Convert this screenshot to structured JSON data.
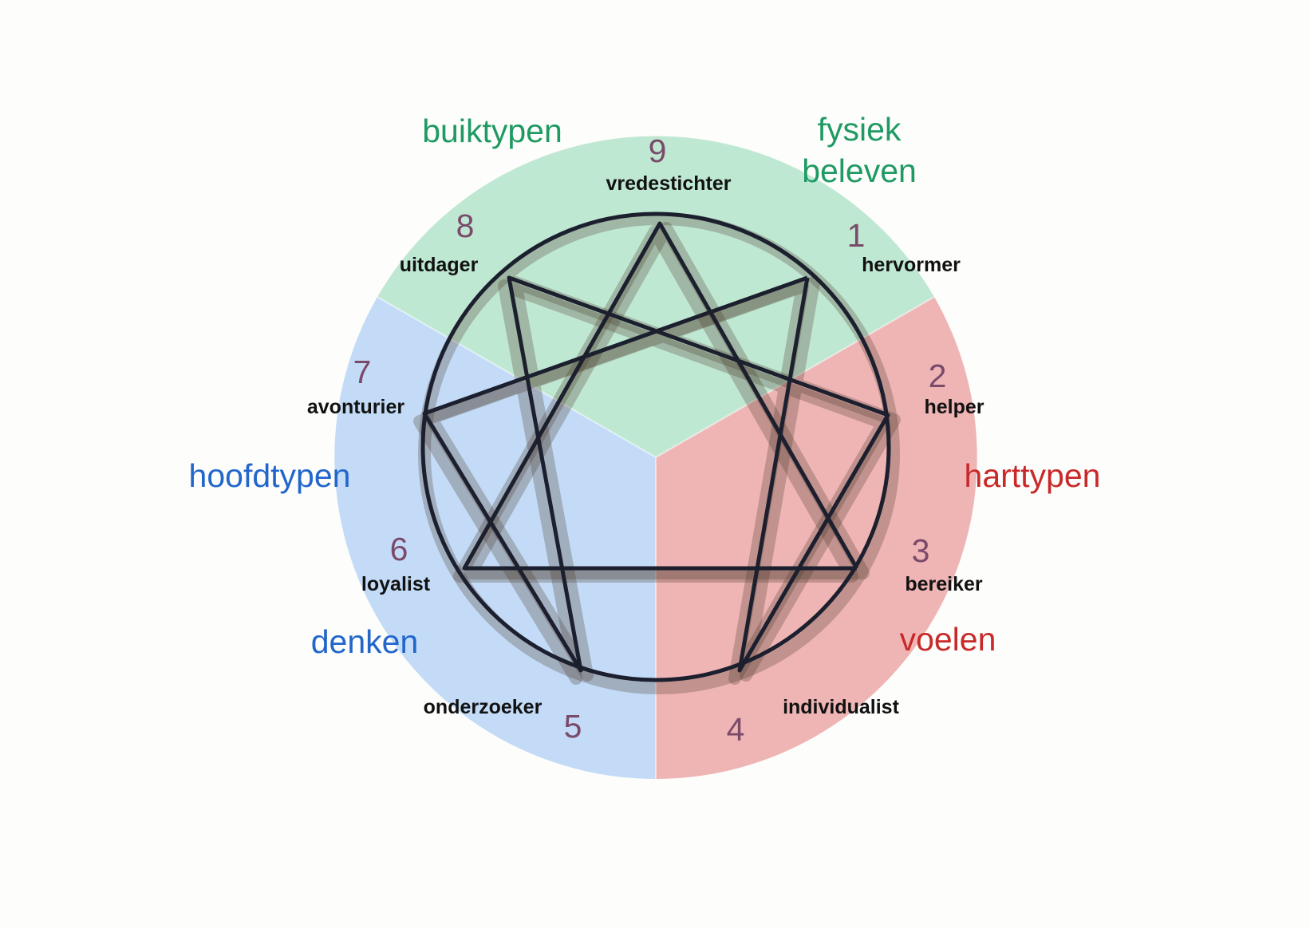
{
  "colors": {
    "gut_sector": "#bfe8d3",
    "heart_sector": "#efb5b5",
    "head_sector": "#c3dbf7",
    "gut_text": "#1f9a63",
    "heart_text": "#c82a2a",
    "head_text": "#2266cc",
    "lines": "#1c1f2e",
    "numbers": "#7a4a6a"
  },
  "centers": {
    "gut": {
      "title": "buiktypen",
      "mode_line1": "fysiek",
      "mode_line2": "beleven"
    },
    "heart": {
      "title": "harttypen",
      "mode": "voelen"
    },
    "head": {
      "title": "hoofdtypen",
      "mode": "denken"
    }
  },
  "types": [
    {
      "number": "9",
      "name": "vredestichter"
    },
    {
      "number": "1",
      "name": "hervormer"
    },
    {
      "number": "2",
      "name": "helper"
    },
    {
      "number": "3",
      "name": "bereiker"
    },
    {
      "number": "4",
      "name": "individualist"
    },
    {
      "number": "5",
      "name": "onderzoeker"
    },
    {
      "number": "6",
      "name": "loyalist"
    },
    {
      "number": "7",
      "name": "avonturier"
    },
    {
      "number": "8",
      "name": "uitdager"
    }
  ]
}
